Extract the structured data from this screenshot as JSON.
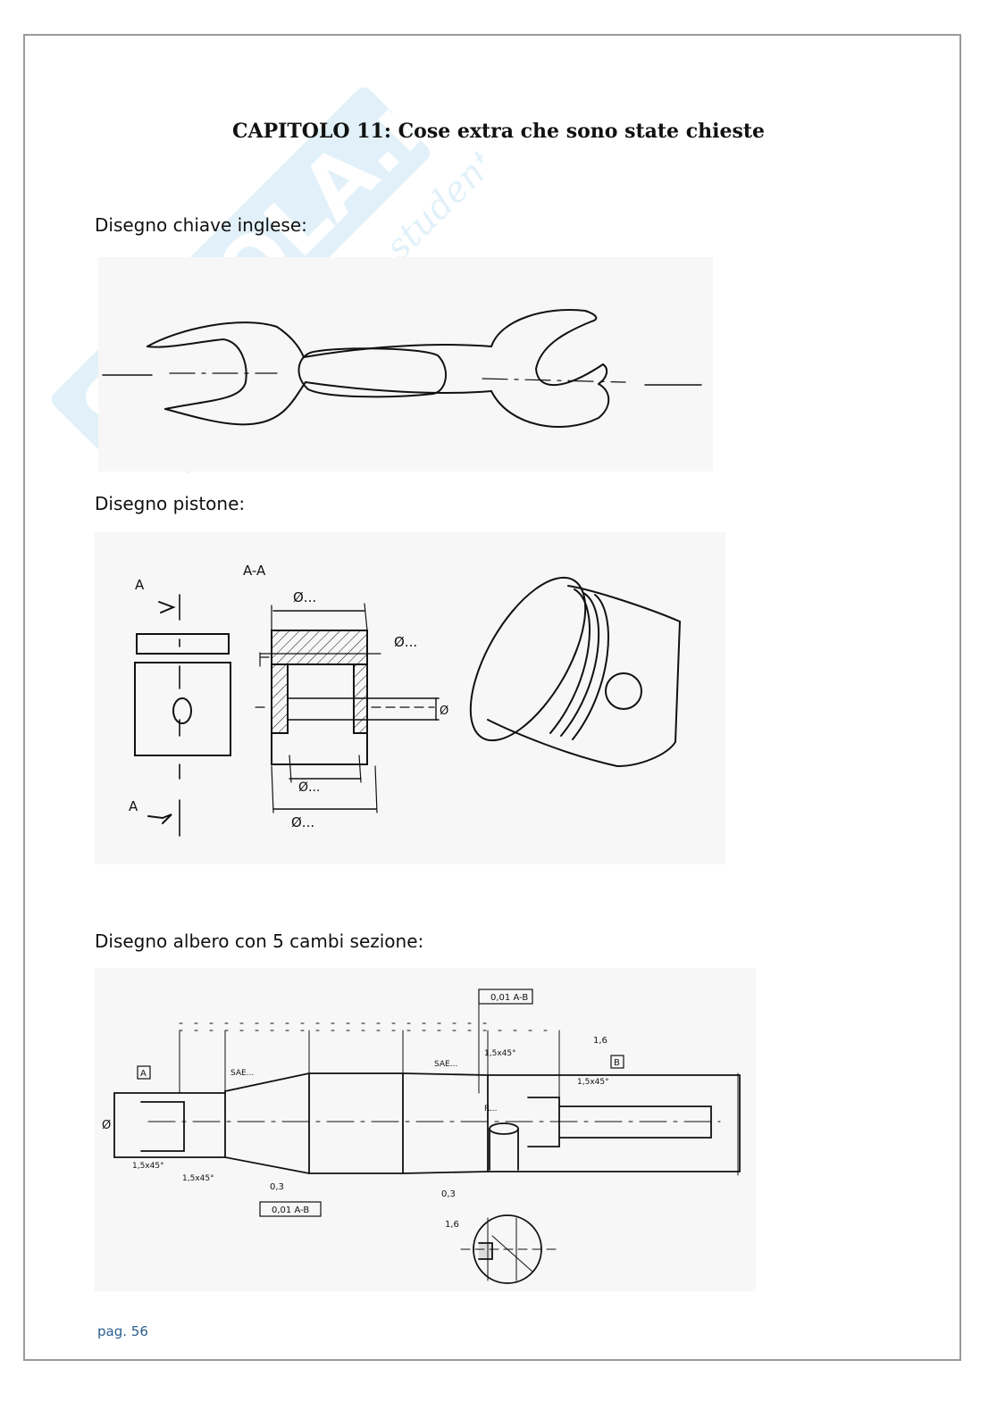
{
  "document": {
    "chapter_title": "CAPITOLO 11: Cose extra che sono state chieste",
    "watermark": {
      "brand": "SKUOLA.net",
      "tagline": "il paradiso dello studente"
    },
    "sections": [
      {
        "caption": "Disegno chiave inglese:",
        "figure": "wrench-sketch"
      },
      {
        "caption": "Disegno pistone:",
        "figure": "piston-sketch",
        "labels": {
          "section_mark_top": "A",
          "section_mark_bottom": "A",
          "section_view": "A-A",
          "dim_outer_top": "Ø...",
          "dim_pin": "Ø...",
          "dim_inner": "Ø...",
          "dim_outer_bottom": "Ø...",
          "dim_side": "Ø"
        }
      },
      {
        "caption": "Disegno albero con 5 cambi sezione:",
        "figure": "shaft-sketch",
        "labels": {
          "datum_a": "A",
          "datum_b": "B",
          "chamfer_left": "1,5x45°",
          "chamfer_left2": "1,5x45°",
          "chamfer_mid": "1,5x45°",
          "chamfer_right": "1,5x45°",
          "thread_left": "SAE...",
          "thread_right": "SAE...",
          "roughness_top": "1,6",
          "roughness_left": "0,3",
          "roughness_mid": "0,3",
          "roughness_key": "1,6",
          "tolerance_top": "0,01 A-B",
          "tolerance_bottom": "0,01 A-B",
          "radius": "R...",
          "dim_diam": "Ø"
        }
      }
    ],
    "footer": {
      "page_label": "pag. 56"
    }
  }
}
